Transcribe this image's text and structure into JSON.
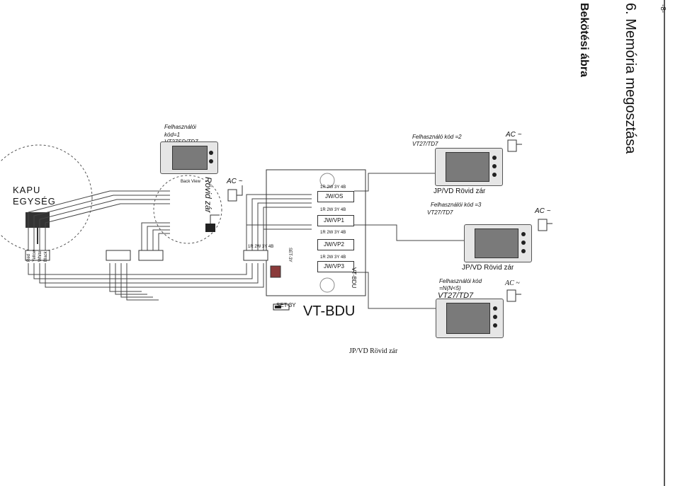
{
  "header": {
    "page_number": "-8-",
    "section_title": "6. Memória megosztása",
    "diagram_title": "Bekötési ábra"
  },
  "door_station": {
    "label_line1": "KAPU",
    "label_line2": "EGYSÉG",
    "back_view": "Back View",
    "terminals": [
      "Red",
      "Yellow",
      "White",
      "Black"
    ]
  },
  "lock_left": {
    "label": "Rövid zár"
  },
  "ac_labels": [
    "AC ~",
    "AC ~",
    "AC ~",
    "AC ~"
  ],
  "monitors": [
    {
      "code_line1": "Felhasználói",
      "code_line2": "kód=1",
      "model": "VT27SD/TD7"
    },
    {
      "code_line1": "Felhasználó   kód =2",
      "model": "VT27/TD7",
      "lock": "JP/VD Rövid  zár"
    },
    {
      "code_line1": "Felhasználói      kód  =3",
      "model": "VT27/TD7",
      "lock": "JP/VD Rövid zár"
    },
    {
      "code_line1": "Felhasználói       kód",
      "code_line2": "=N(N<5)",
      "model": "VT27/TD7",
      "lock": "JP/VD Rövid zár"
    }
  ],
  "bdu": {
    "board_name": "VT-BDU",
    "switch_label": "SET-3Y",
    "name_large": "VT-BDU",
    "switch_legend": "SET-3Y",
    "ports": [
      {
        "pins": "1R 2W 3Y 4B",
        "name": "JW/OS"
      },
      {
        "pins": "1R 2W 3Y 4B",
        "name": "JW/VP1"
      },
      {
        "pins": "1R 2W 3Y 4B",
        "name": "JW/VP2"
      },
      {
        "pins": "1R 2W 3Y 4B",
        "name": "JW/VP3"
      }
    ],
    "terminal_pins": [
      "1R",
      "2W",
      "3Y",
      "4B"
    ]
  }
}
